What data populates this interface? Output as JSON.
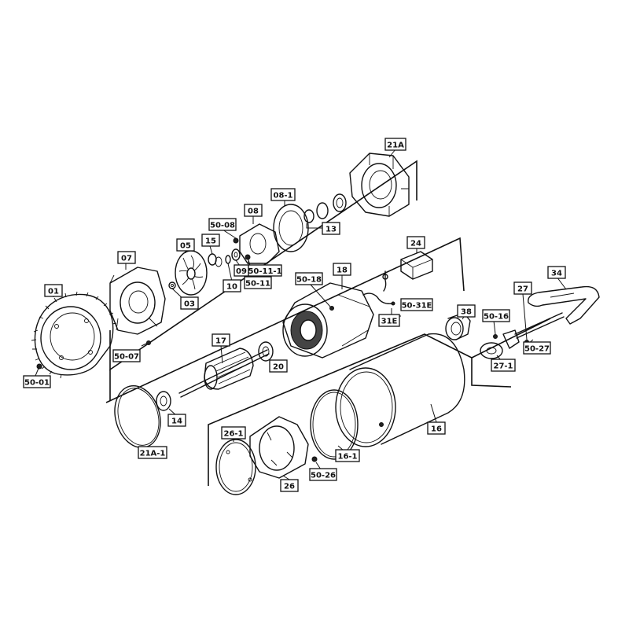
{
  "callouts": [
    {
      "id": "c-01",
      "label": "01"
    },
    {
      "id": "c-50-01",
      "label": "50-01"
    },
    {
      "id": "c-07",
      "label": "07"
    },
    {
      "id": "c-50-07",
      "label": "50-07"
    },
    {
      "id": "c-05",
      "label": "05"
    },
    {
      "id": "c-03",
      "label": "03"
    },
    {
      "id": "c-15",
      "label": "15"
    },
    {
      "id": "c-50-08",
      "label": "50-08"
    },
    {
      "id": "c-09",
      "label": "09"
    },
    {
      "id": "c-10",
      "label": "10"
    },
    {
      "id": "c-08",
      "label": "08"
    },
    {
      "id": "c-50-11-1",
      "label": "50-11-1"
    },
    {
      "id": "c-50-11",
      "label": "50-11"
    },
    {
      "id": "c-08-1",
      "label": "08-1"
    },
    {
      "id": "c-13",
      "label": "13"
    },
    {
      "id": "c-21A",
      "label": "21A"
    },
    {
      "id": "c-24",
      "label": "24"
    },
    {
      "id": "c-50-18",
      "label": "50-18"
    },
    {
      "id": "c-18",
      "label": "18"
    },
    {
      "id": "c-50-31E",
      "label": "50-31E"
    },
    {
      "id": "c-31E",
      "label": "31E"
    },
    {
      "id": "c-17",
      "label": "17"
    },
    {
      "id": "c-20",
      "label": "20"
    },
    {
      "id": "c-14",
      "label": "14"
    },
    {
      "id": "c-21A-1",
      "label": "21A-1"
    },
    {
      "id": "c-38",
      "label": "38"
    },
    {
      "id": "c-50-16",
      "label": "50-16"
    },
    {
      "id": "c-27",
      "label": "27"
    },
    {
      "id": "c-34",
      "label": "34"
    },
    {
      "id": "c-50-27",
      "label": "50-27"
    },
    {
      "id": "c-27-1",
      "label": "27-1"
    },
    {
      "id": "c-16",
      "label": "16"
    },
    {
      "id": "c-26-1",
      "label": "26-1"
    },
    {
      "id": "c-16-1",
      "label": "16-1"
    },
    {
      "id": "c-50-26",
      "label": "50-26"
    },
    {
      "id": "c-26",
      "label": "26"
    }
  ]
}
